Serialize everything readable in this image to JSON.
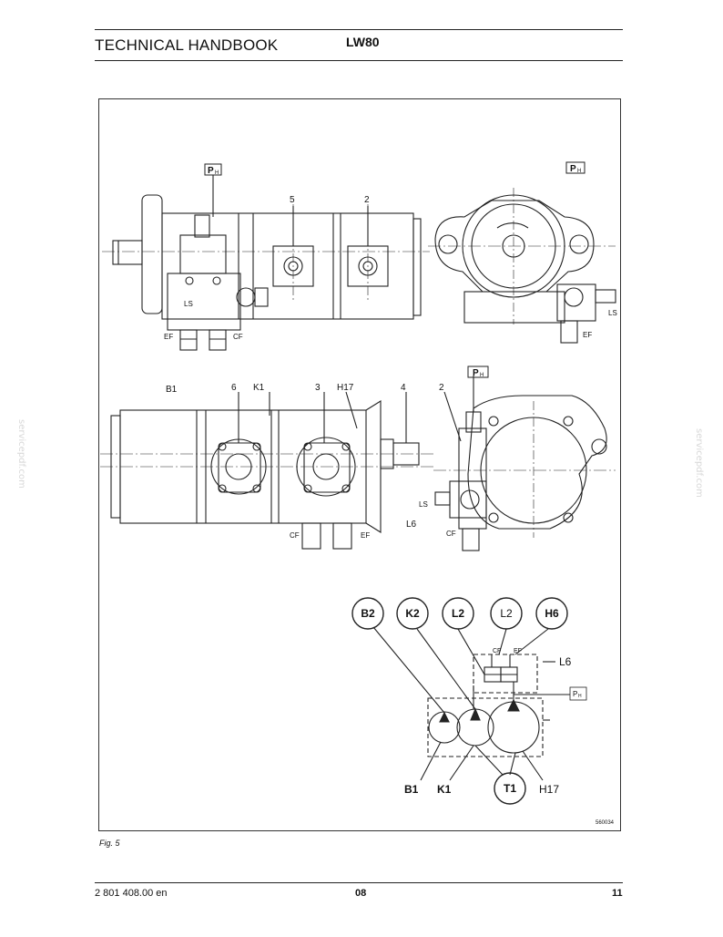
{
  "header": {
    "title": "TECHNICAL HANDBOOK",
    "model": "LW80"
  },
  "drawing": {
    "ph_label": "P",
    "ph_sub": "H",
    "view1": {
      "callouts": [
        "5",
        "2"
      ],
      "left_labels": [
        "LS",
        "EF",
        "CF"
      ]
    },
    "view2": {
      "labels": [
        "LS",
        "EF"
      ]
    },
    "view3": {
      "callouts": [
        "B1",
        "6",
        "K1",
        "3",
        "H17",
        "4"
      ],
      "bottom_labels": [
        "CF",
        "EF"
      ]
    },
    "view4": {
      "callouts": [
        "2"
      ],
      "labels": [
        "LS",
        "L6",
        "CF"
      ]
    },
    "schematic": {
      "top_circles": [
        "B2",
        "K2",
        "L2",
        "L2",
        "H6"
      ],
      "valve_labels": [
        "CF",
        "EF"
      ],
      "side_label": "L6",
      "bottom_labels": [
        "B1",
        "K1",
        "T1",
        "H17"
      ]
    },
    "drawing_number": "560034"
  },
  "figure_caption": "Fig. 5",
  "footer": {
    "doc_number": "2 801 408.00 en",
    "edition": "08",
    "page": "11"
  },
  "watermark": "servicepdf.com"
}
